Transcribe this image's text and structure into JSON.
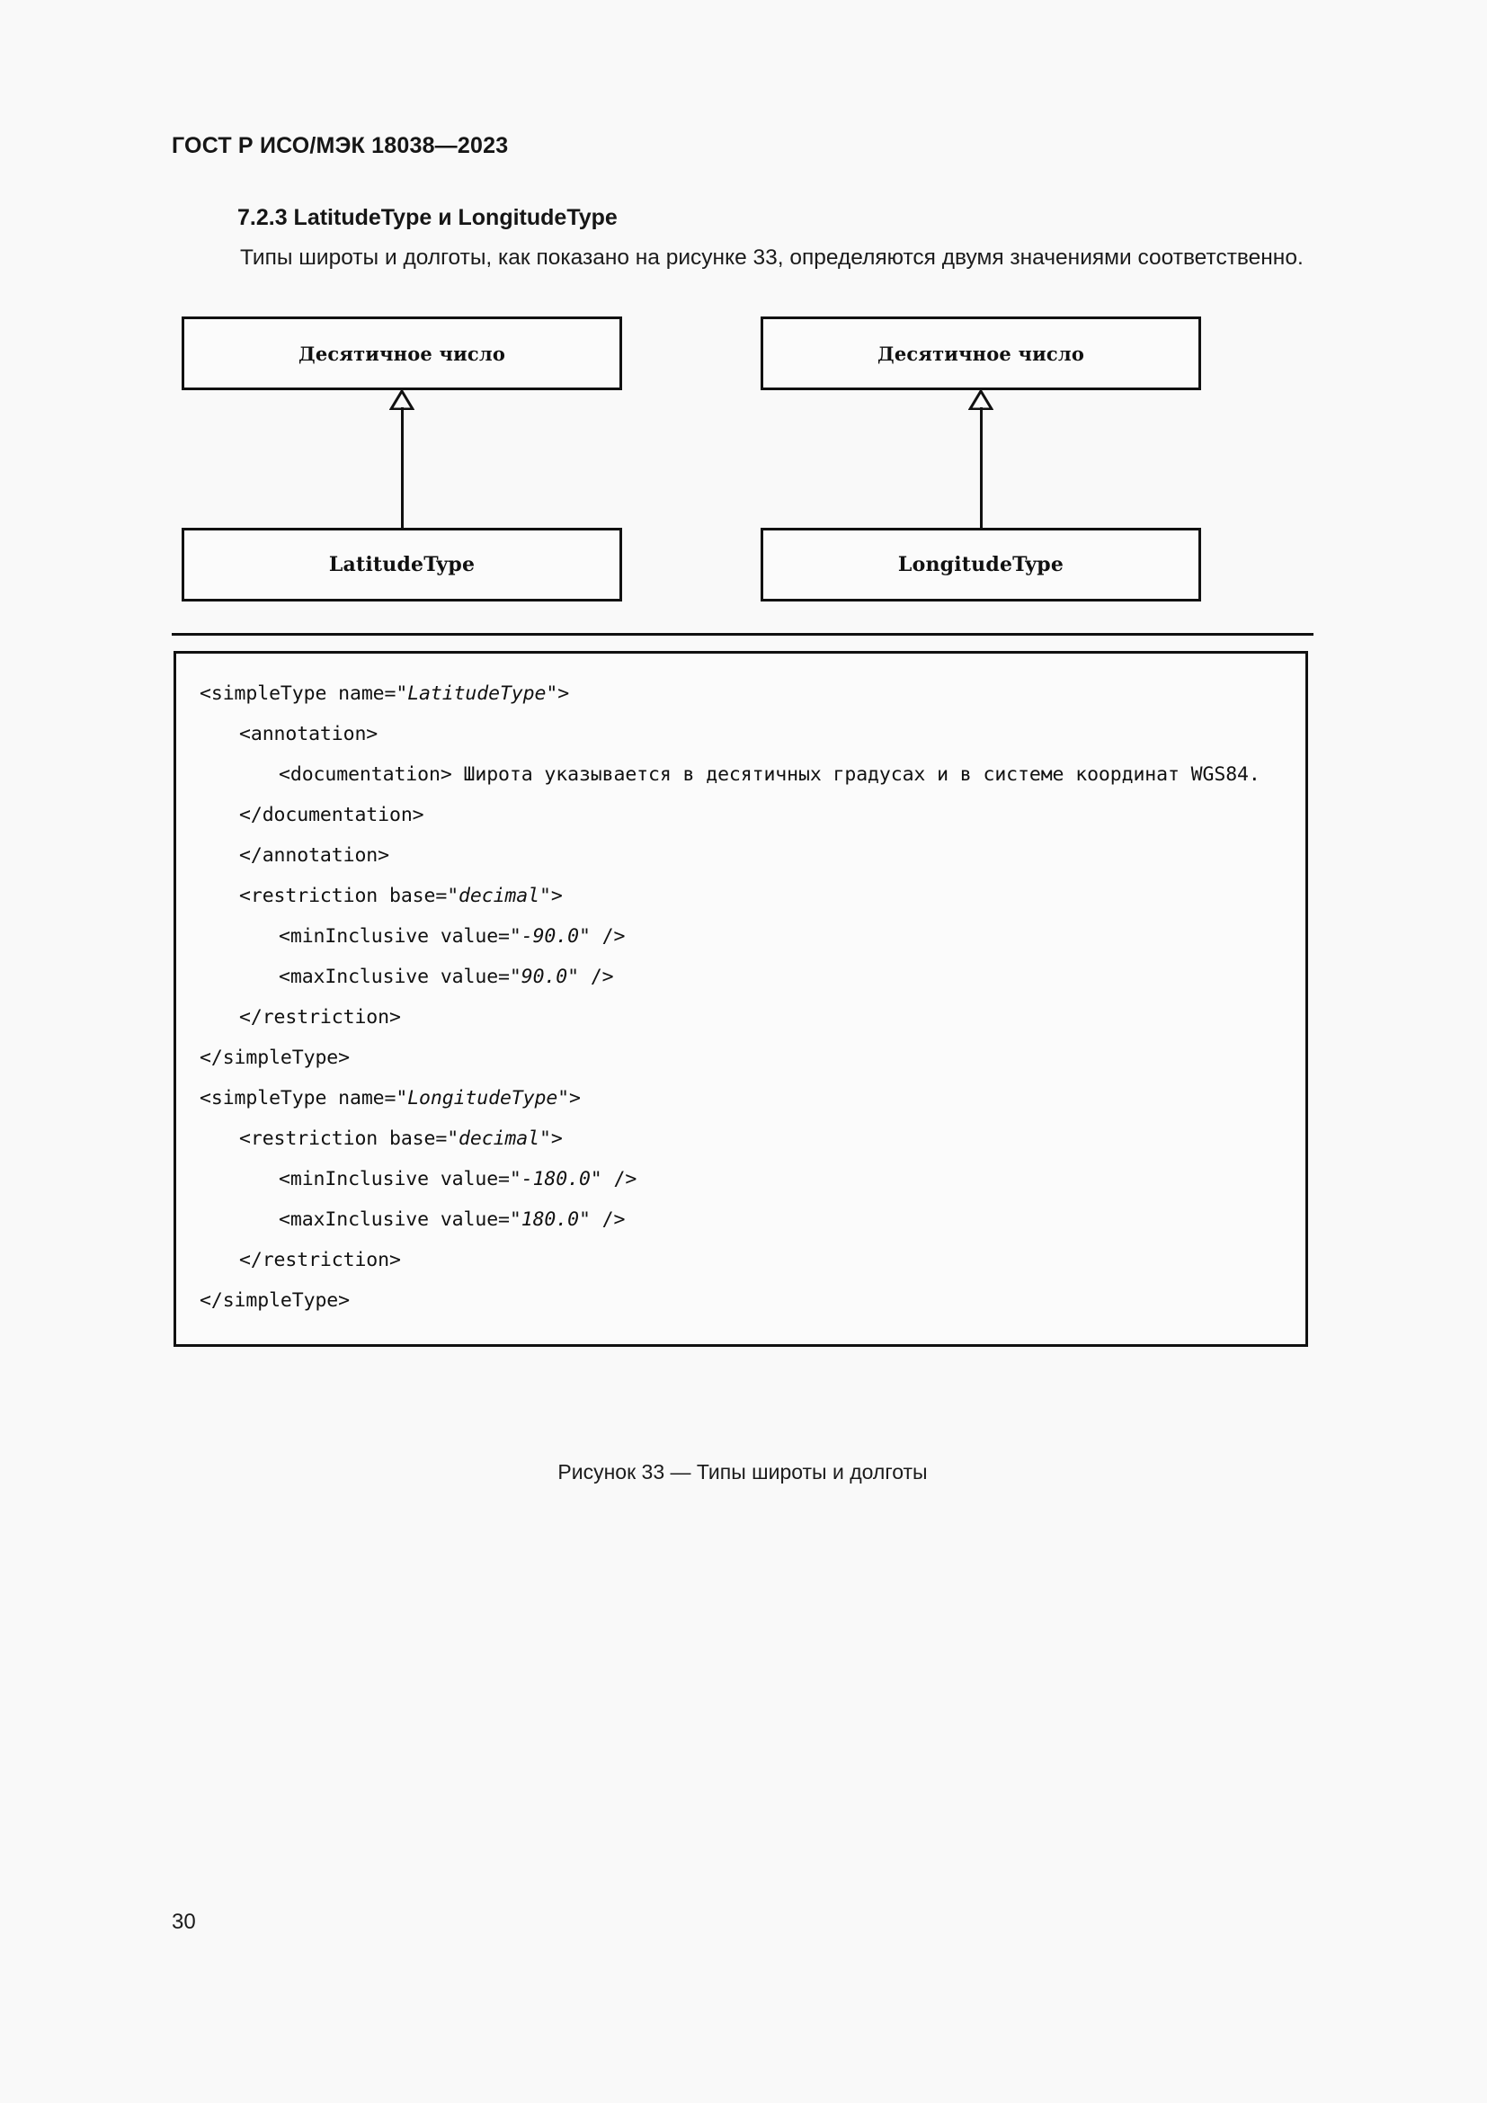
{
  "document": {
    "running_header": "ГОСТ Р ИСО/МЭК 18038—2023",
    "page_number": "30"
  },
  "clause": {
    "heading": "7.2.3 LatitudeType и LongitudeType",
    "paragraph": "Типы широты и долготы, как показано на рисунке 33, определяются двумя значениями соответственно."
  },
  "figure": {
    "caption": "Рисунок 33 — Типы широты и долготы",
    "diagram": {
      "type": "uml-class-generalization",
      "columns": [
        {
          "supertype": "Десятичное число",
          "subtype": "LatitudeType",
          "relation": "generalization"
        },
        {
          "supertype": "Десятичное число",
          "subtype": "LongitudeType",
          "relation": "generalization"
        }
      ]
    },
    "code": {
      "lines": [
        {
          "indent": 0,
          "text": "<simpleType name=",
          "value": "\"LatitudeType\"",
          "tail": ">"
        },
        {
          "indent": 1,
          "text": "<annotation>",
          "value": "",
          "tail": ""
        },
        {
          "indent": 2,
          "text": "<documentation> Широта указывается в десятичных градусах и в системе координат WGS84.",
          "value": "",
          "tail": ""
        },
        {
          "indent": 1,
          "text": "</documentation>",
          "value": "",
          "tail": ""
        },
        {
          "indent": 1,
          "text": "</annotation>",
          "value": "",
          "tail": ""
        },
        {
          "indent": 1,
          "text": "<restriction base=",
          "value": "\"decimal\"",
          "tail": ">"
        },
        {
          "indent": 2,
          "text": "<minInclusive value=",
          "value": "\"-90.0\"",
          "tail": " />"
        },
        {
          "indent": 2,
          "text": "<maxInclusive value=",
          "value": "\"90.0\"",
          "tail": " />"
        },
        {
          "indent": 1,
          "text": "</restriction>",
          "value": "",
          "tail": ""
        },
        {
          "indent": 0,
          "text": "</simpleType>",
          "value": "",
          "tail": ""
        },
        {
          "indent": 0,
          "text": "<simpleType name=",
          "value": "\"LongitudeType\"",
          "tail": ">"
        },
        {
          "indent": 1,
          "text": "<restriction base=",
          "value": "\"decimal\"",
          "tail": ">"
        },
        {
          "indent": 2,
          "text": "<minInclusive value=",
          "value": "\"-180.0\"",
          "tail": " />"
        },
        {
          "indent": 2,
          "text": "<maxInclusive value=",
          "value": "\"180.0\"",
          "tail": " />"
        },
        {
          "indent": 1,
          "text": "</restriction>",
          "value": "",
          "tail": ""
        },
        {
          "indent": 0,
          "text": "</simpleType>",
          "value": "",
          "tail": ""
        }
      ],
      "line_texts": {
        "l0_head": "<simpleType name=",
        "l0_val": "\"LatitudeType\"",
        "l0_tail": ">",
        "l1": "<annotation>",
        "l2": "<documentation> Широта указывается в десятичных градусах и в системе координат WGS84.",
        "l3": "</documentation>",
        "l4": "</annotation>",
        "l5_head": "<restriction base=",
        "l5_val": "\"decimal\"",
        "l5_tail": ">",
        "l6_head": "<minInclusive value=",
        "l6_val": "\"-90.0\"",
        "l6_tail": " />",
        "l7_head": "<maxInclusive value=",
        "l7_val": "\"90.0\"",
        "l7_tail": " />",
        "l8": "</restriction>",
        "l9": "</simpleType>",
        "l10_head": "<simpleType name=",
        "l10_val": "\"LongitudeType\"",
        "l10_tail": ">",
        "l11_head": "<restriction base=",
        "l11_val": "\"decimal\"",
        "l11_tail": ">",
        "l12_head": "<minInclusive value=",
        "l12_val": "\"-180.0\"",
        "l12_tail": " />",
        "l13_head": "<maxInclusive value=",
        "l13_val": "\"180.0\"",
        "l13_tail": " />",
        "l14": "</restriction>",
        "l15": "</simpleType>"
      }
    }
  },
  "colors": {
    "page_background": "#f9f9f9",
    "text": "#1a1a1a",
    "stroke": "#111111"
  }
}
